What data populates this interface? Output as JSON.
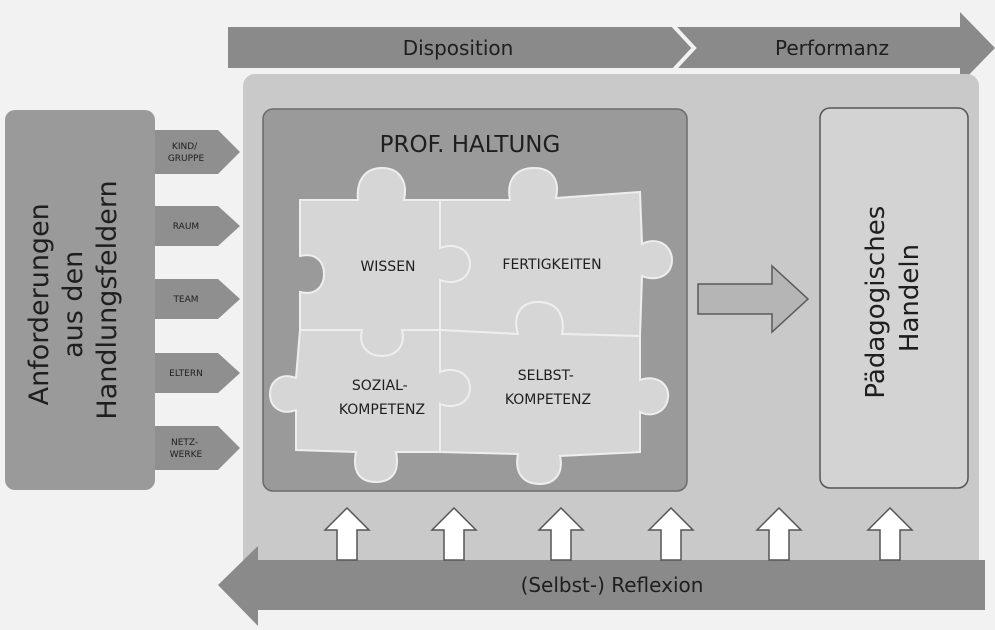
{
  "top_arrow": {
    "left_label": "Disposition",
    "right_label": "Performanz"
  },
  "bottom_arrow": {
    "label": "(Selbst-) Reflexion"
  },
  "requirements": {
    "line1": "Anforderungen",
    "line2": "aus den",
    "line3": "Handlungsfeldern",
    "tabs": [
      {
        "line1": "KIND/",
        "line2": "GRUPPE"
      },
      {
        "line1": "RAUM",
        "line2": ""
      },
      {
        "line1": "TEAM",
        "line2": ""
      },
      {
        "line1": "ELTERN",
        "line2": ""
      },
      {
        "line1": "NETZ-",
        "line2": "WERKE"
      }
    ]
  },
  "attitude": {
    "title": "PROF. HALTUNG",
    "pieces": {
      "knowledge": "WISSEN",
      "skills": "FERTIGKEITEN",
      "social_line1": "SOZIAL-",
      "social_line2": "KOMPETENZ",
      "self_line1": "SELBST-",
      "self_line2": "KOMPETENZ"
    }
  },
  "action": {
    "line1": "Pädagogisches",
    "line2": "Handeln"
  },
  "colors": {
    "band": "#8a8a8a",
    "panel": "#c9c9c9",
    "attitude_box": "#9a9a9a",
    "puzzle": "#d6d6d6",
    "action_box": "#d3d3d3"
  }
}
